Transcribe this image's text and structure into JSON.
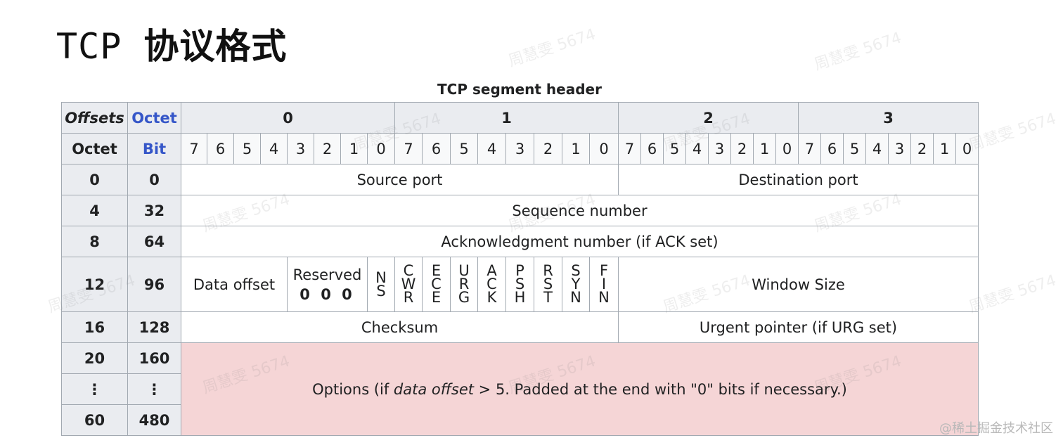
{
  "title": {
    "prefix": "TCP ",
    "main": "协议格式"
  },
  "caption": "TCP segment header",
  "header": {
    "offsets_label": "Offsets",
    "octet_label": "Octet",
    "octet_row_label": "Octet",
    "bit_label": "Bit",
    "octets": [
      "0",
      "1",
      "2",
      "3"
    ],
    "bits": [
      "7",
      "6",
      "5",
      "4",
      "3",
      "2",
      "1",
      "0",
      "7",
      "6",
      "5",
      "4",
      "3",
      "2",
      "1",
      "0",
      "7",
      "6",
      "5",
      "4",
      "3",
      "2",
      "1",
      "0",
      "7",
      "6",
      "5",
      "4",
      "3",
      "2",
      "1",
      "0"
    ]
  },
  "rows": [
    {
      "octet": "0",
      "bit": "0"
    },
    {
      "octet": "4",
      "bit": "32"
    },
    {
      "octet": "8",
      "bit": "64"
    },
    {
      "octet": "12",
      "bit": "96"
    },
    {
      "octet": "16",
      "bit": "128"
    },
    {
      "octet": "20",
      "bit": "160"
    },
    {
      "octet": "⋮",
      "bit": "⋮"
    },
    {
      "octet": "60",
      "bit": "480"
    }
  ],
  "fields": {
    "source_port": "Source port",
    "destination_port": "Destination port",
    "sequence_number": "Sequence number",
    "ack_number": "Acknowledgment number (if ACK set)",
    "data_offset": "Data offset",
    "reserved": "Reserved",
    "reserved_bits": "0 0 0",
    "window_size": "Window Size",
    "checksum": "Checksum",
    "urgent_pointer": "Urgent pointer (if URG set)",
    "options_prefix": "Options (if ",
    "options_italic": "data offset",
    "options_suffix": " > 5. Padded at the end with \"0\" bits if necessary.)"
  },
  "flags": [
    [
      "N",
      "S"
    ],
    [
      "C",
      "W",
      "R"
    ],
    [
      "E",
      "C",
      "E"
    ],
    [
      "U",
      "R",
      "G"
    ],
    [
      "A",
      "C",
      "K"
    ],
    [
      "P",
      "S",
      "H"
    ],
    [
      "R",
      "S",
      "T"
    ],
    [
      "S",
      "Y",
      "N"
    ],
    [
      "F",
      "I",
      "N"
    ]
  ],
  "watermark": "周慧雯 5674",
  "footer_credit": "@稀土掘金技术社区",
  "colors": {
    "header_bg": "#eaecf0",
    "options_bg": "#f5d5d6",
    "link_blue": "#3556c8",
    "border": "#a2a9b1"
  }
}
